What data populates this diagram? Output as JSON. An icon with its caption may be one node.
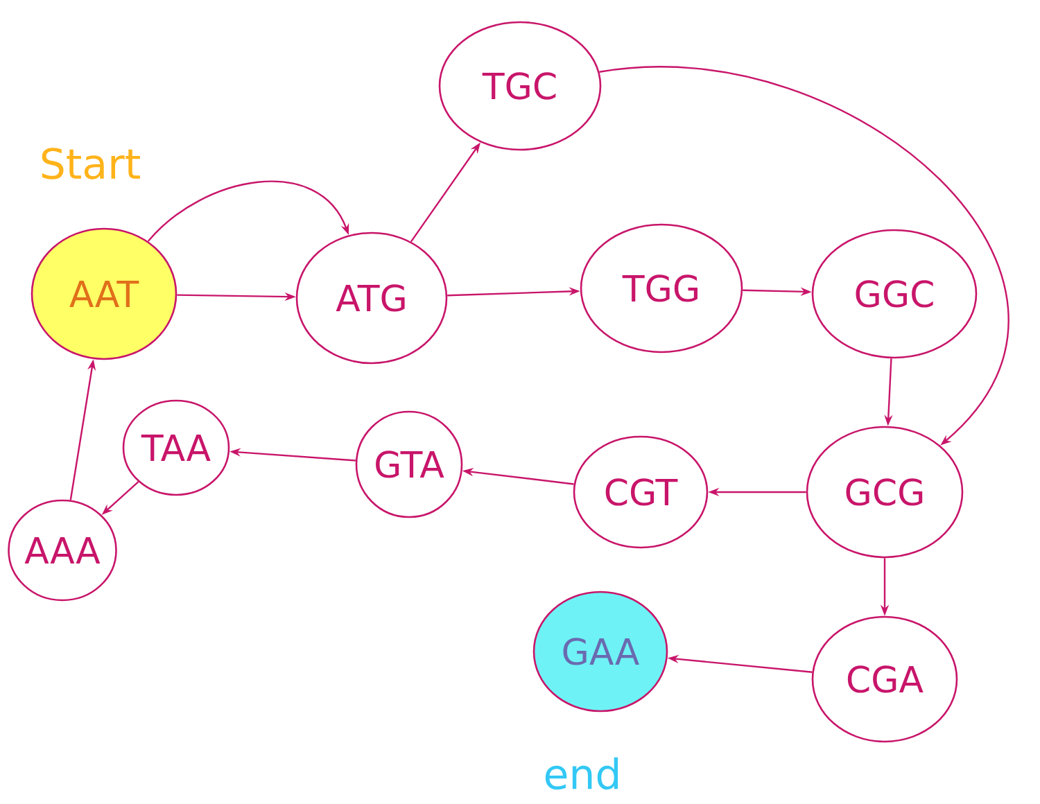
{
  "diagram": {
    "nodes": [
      {
        "text": [
          "AAT"
        ],
        "beside": [
          "Start"
        ]
      },
      {
        "text": [
          "ATG"
        ]
      },
      {
        "text": [
          "TGC"
        ]
      },
      {
        "text": [
          "TGG"
        ]
      },
      {
        "text": [
          "GGC"
        ]
      },
      {
        "text": [
          "GCG"
        ]
      },
      {
        "text": [
          "CGT"
        ]
      },
      {
        "text": [
          "GTA"
        ]
      },
      {
        "text": [
          "TAA"
        ]
      },
      {
        "text": [
          "AAA"
        ]
      },
      {
        "text": [
          "GAA"
        ],
        "beside": [
          "end"
        ]
      },
      {
        "text": [
          "CGA"
        ]
      }
    ],
    "edges": [
      {
        "from": 0,
        "to": 1,
        "arrow": "to"
      },
      {
        "from": 0,
        "to": 1,
        "arrow": "to"
      },
      {
        "from": 1,
        "to": 2,
        "arrow": "to"
      },
      {
        "from": 1,
        "to": 3,
        "arrow": "to"
      },
      {
        "from": 3,
        "to": 4,
        "arrow": "to"
      },
      {
        "from": 4,
        "to": 5,
        "arrow": "to"
      },
      {
        "from": 2,
        "to": 5,
        "arrow": "to"
      },
      {
        "from": 5,
        "to": 6,
        "arrow": "to"
      },
      {
        "from": 6,
        "to": 7,
        "arrow": "to"
      },
      {
        "from": 7,
        "to": 8,
        "arrow": "to"
      },
      {
        "from": 8,
        "to": 9,
        "arrow": "to"
      },
      {
        "from": 9,
        "to": 0,
        "arrow": "to"
      },
      {
        "from": 5,
        "to": 11,
        "arrow": "to"
      },
      {
        "from": 11,
        "to": 10,
        "arrow": "to"
      }
    ]
  }
}
